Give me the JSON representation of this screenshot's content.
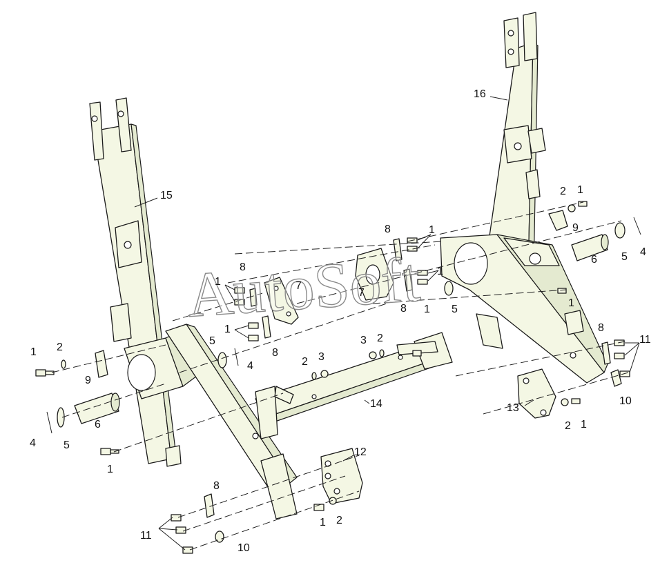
{
  "watermark": "AutoSoft",
  "callouts": {
    "c1a": "1",
    "c1b": "1",
    "c1c": "1",
    "c1d": "1",
    "c1e": "1",
    "c1f": "1",
    "c1g": "1",
    "c1h": "1",
    "c1i": "1",
    "c1j": "1",
    "c2a": "2",
    "c2b": "2",
    "c2c": "2",
    "c2d": "2",
    "c2e": "2",
    "c2f": "2",
    "c3a": "3",
    "c3b": "3",
    "c4a": "4",
    "c4b": "4",
    "c4c": "4",
    "c5a": "5",
    "c5b": "5",
    "c5c": "5",
    "c5d": "5",
    "c6a": "6",
    "c6b": "6",
    "c7a": "7",
    "c7b": "7",
    "c8a": "8",
    "c8b": "8",
    "c8c": "8",
    "c8d": "8",
    "c8e": "8",
    "c8f": "8",
    "c9a": "9",
    "c9b": "9",
    "c10a": "10",
    "c10b": "10",
    "c11a": "11",
    "c11b": "11",
    "c12": "12",
    "c13": "13",
    "c14": "14",
    "c15": "15",
    "c16": "16"
  }
}
